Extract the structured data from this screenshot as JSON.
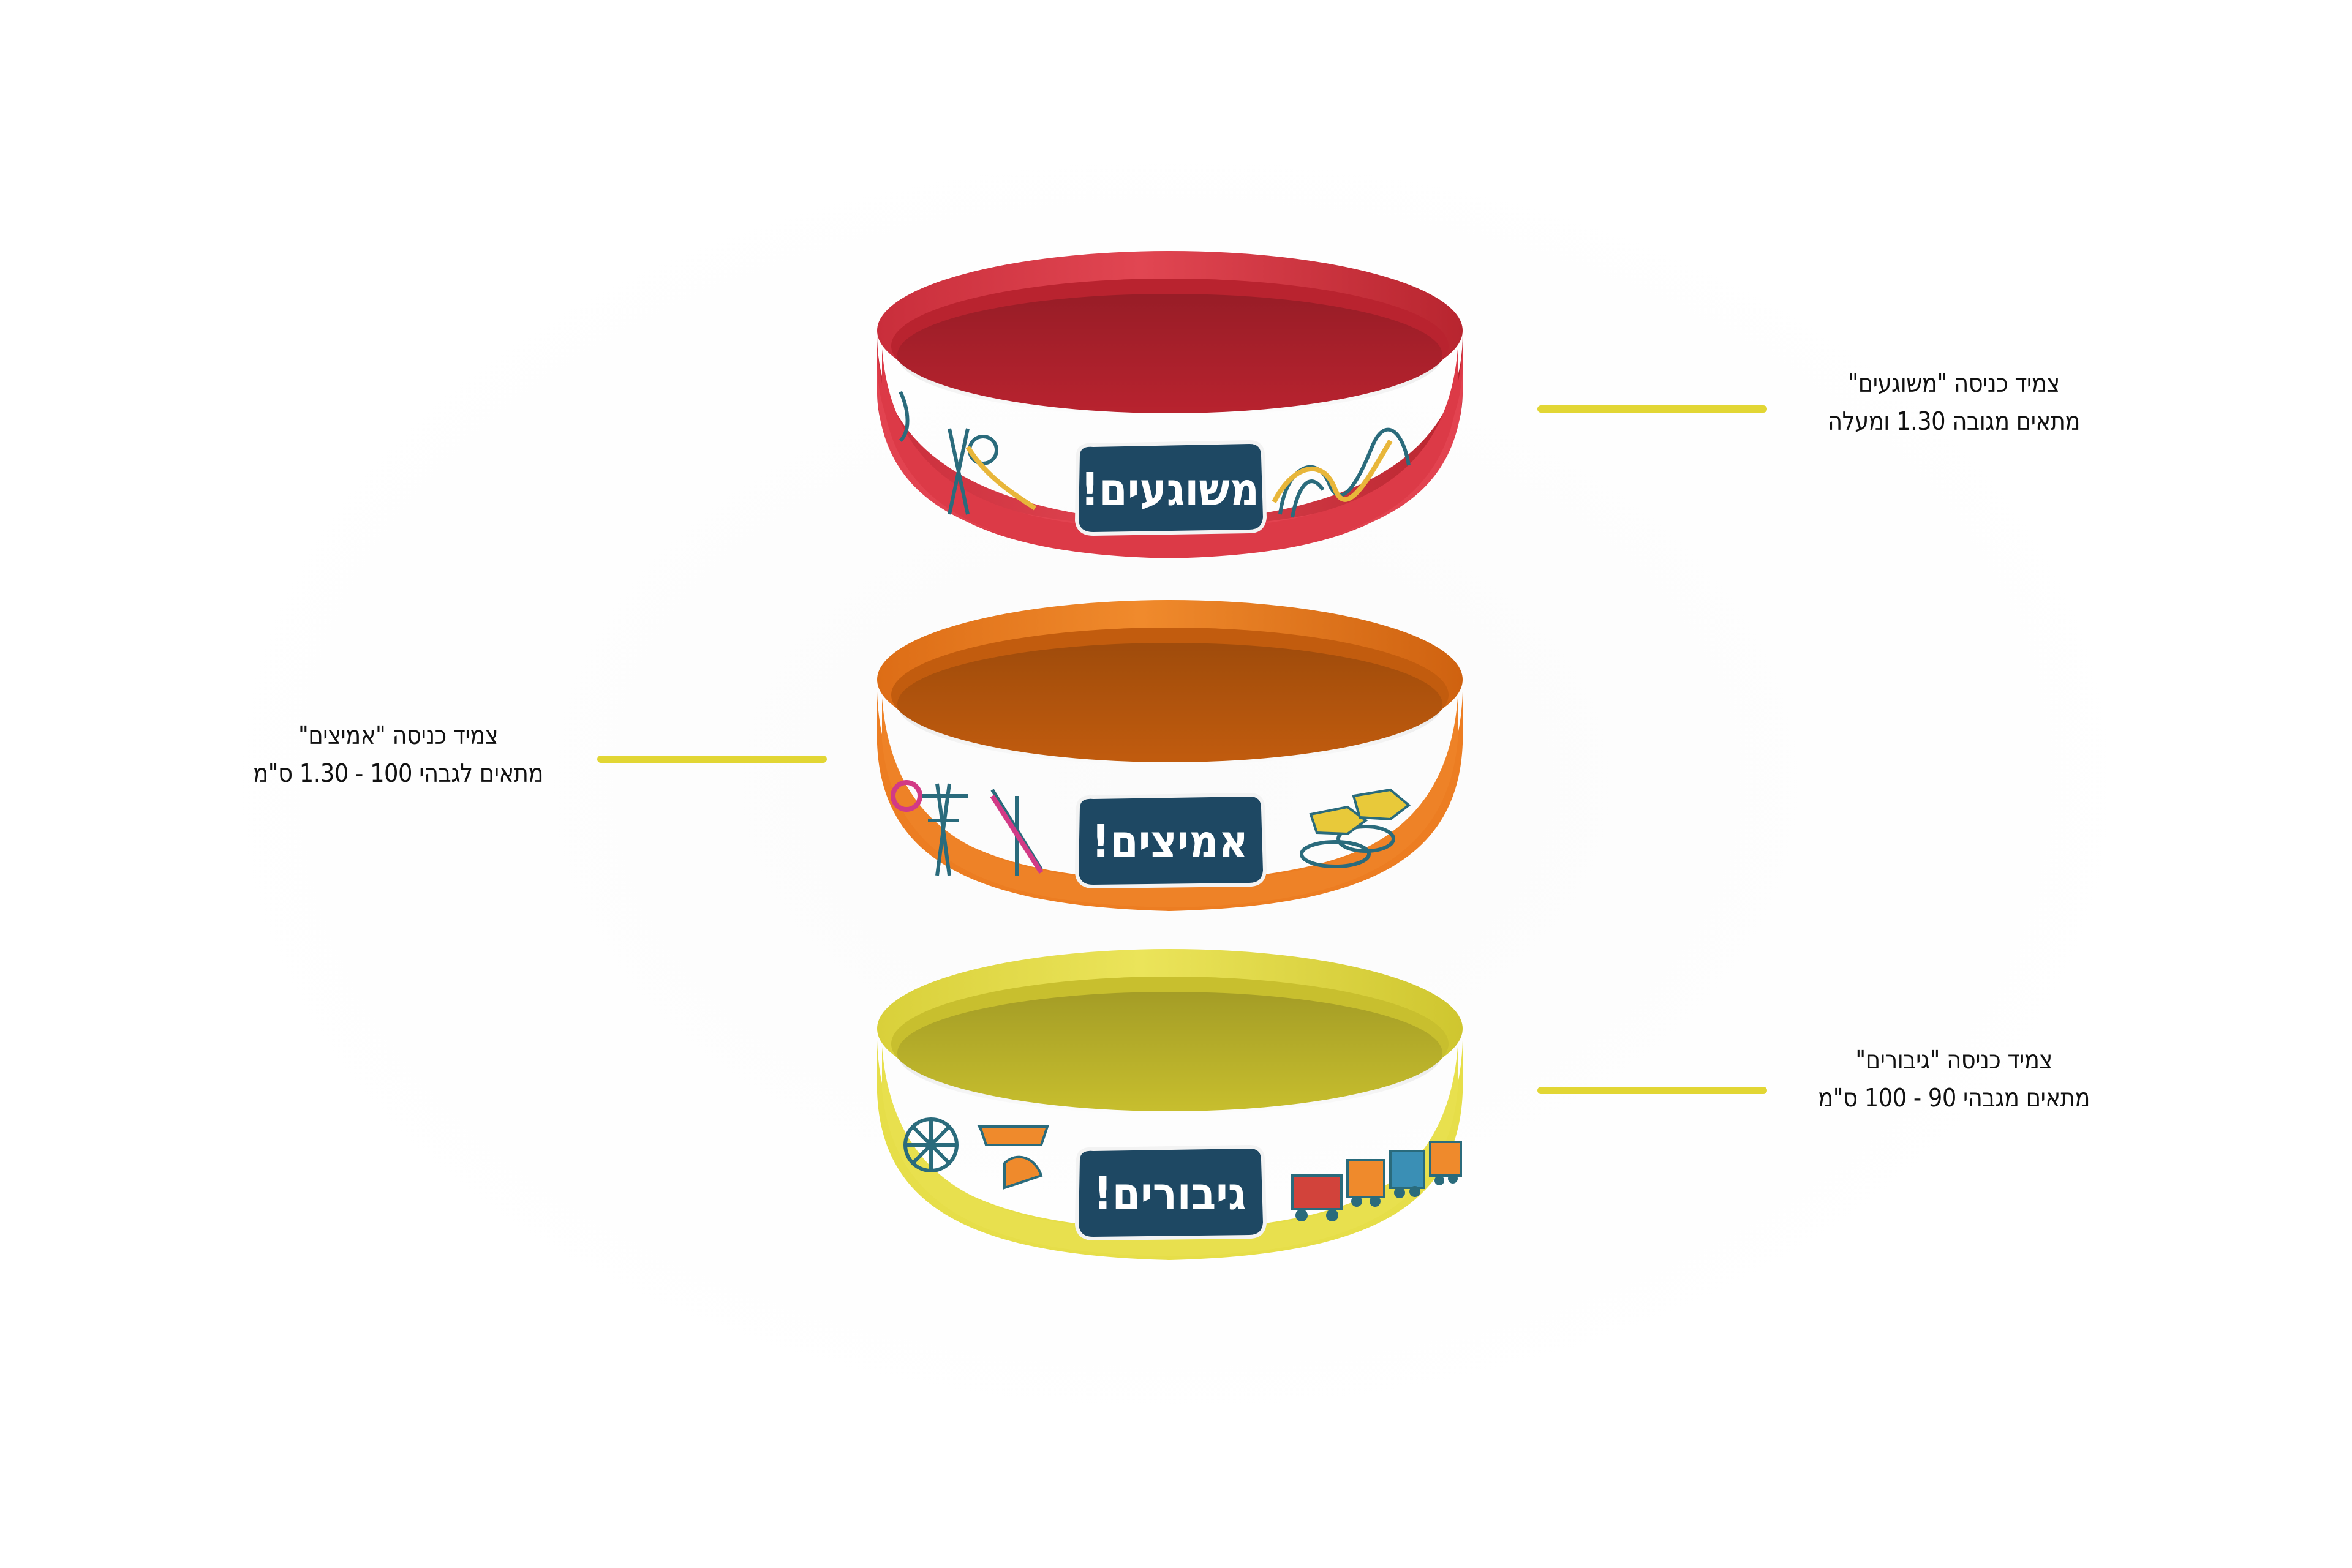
{
  "bracelets": [
    {
      "id": "red",
      "band_color": "#dc3a47",
      "label": "משוגעים!",
      "caption_line1": "צמיד כניסה \"משוגעים\"",
      "caption_line2": "מתאים מגובה 1.30 ומעלה"
    },
    {
      "id": "orange",
      "band_color": "#ec7d22",
      "label": "אמיצים!",
      "caption_line1": "צמיד כניסה \"אמיצים\"",
      "caption_line2": "מתאים לגבהי 100 - 1.30 ס\"מ"
    },
    {
      "id": "yellow",
      "band_color": "#e6de49",
      "label": "גיבורים!",
      "caption_line1": "צמיד כניסה \"גיבורים\"",
      "caption_line2": "מתאים מגבהי 90 - 100 ס\"מ"
    }
  ],
  "colors": {
    "label_bg": "#1e4863",
    "connector": "#e2d634",
    "background": "#ffffff"
  }
}
